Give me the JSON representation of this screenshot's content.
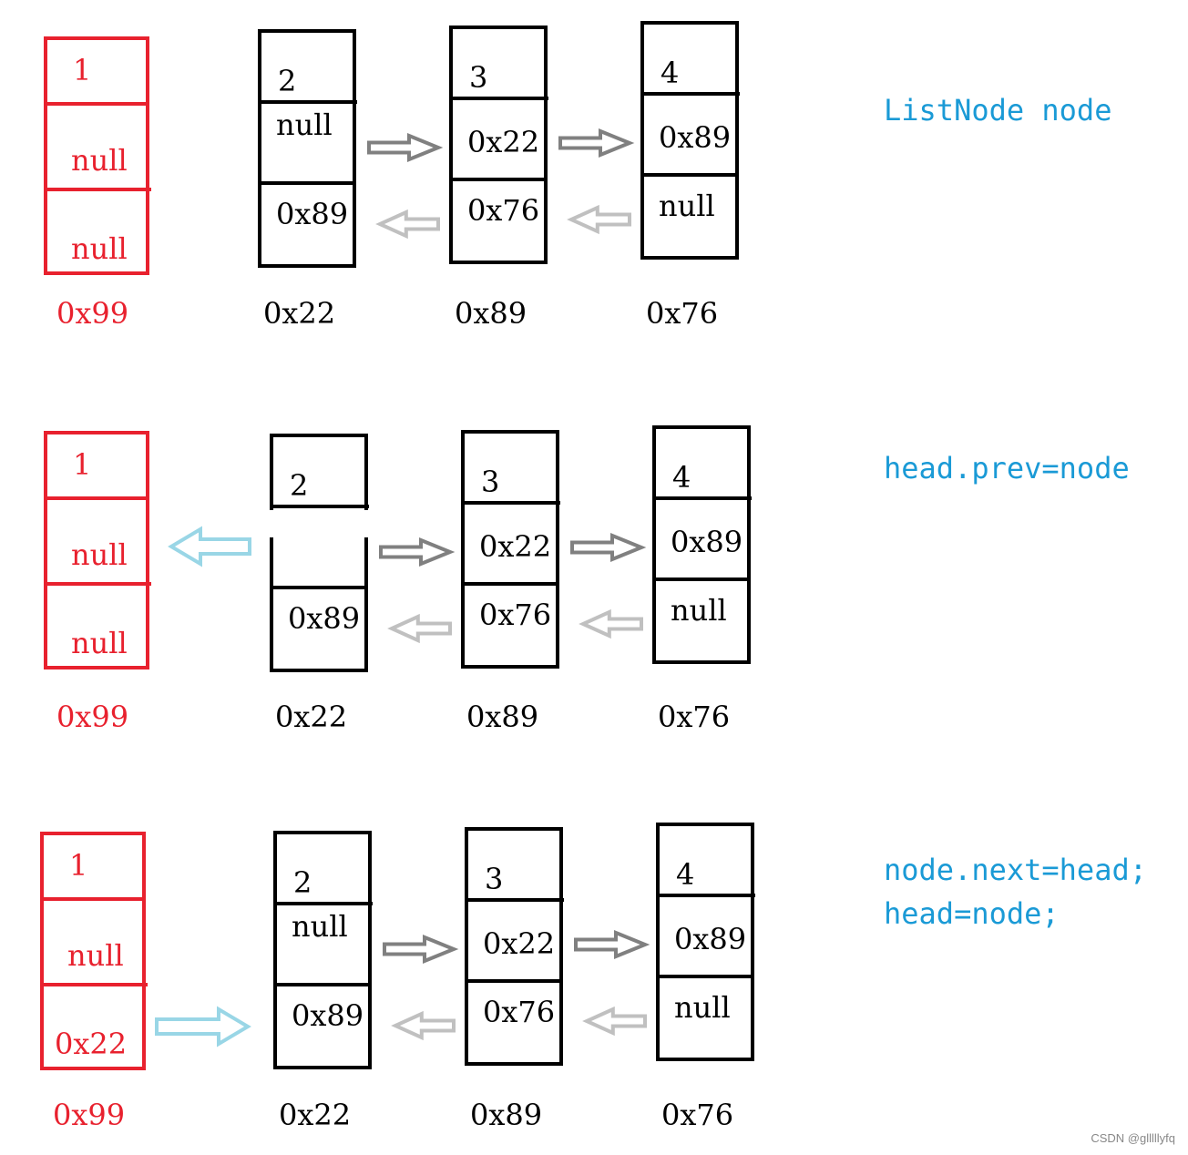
{
  "colors": {
    "node_new": "#e8212e",
    "node": "#000000",
    "arrow_next": "#808080",
    "arrow_prev": "#c0c0c0",
    "arrow_link": "#99d6e6",
    "code": "#1a9ad6",
    "watermark": "#888888"
  },
  "steps": [
    {
      "caption": [
        "ListNode node"
      ],
      "new_node": {
        "fields": [
          "1",
          "null",
          "null"
        ],
        "address": "0x99"
      },
      "nodes": [
        {
          "fields": [
            "2",
            "null",
            "0x89"
          ],
          "address": "0x22"
        },
        {
          "fields": [
            "3",
            "0x22",
            "0x76"
          ],
          "address": "0x89"
        },
        {
          "fields": [
            "4",
            "0x89",
            "null"
          ],
          "address": "0x76"
        }
      ],
      "link": "none"
    },
    {
      "caption": [
        "head.prev=node"
      ],
      "new_node": {
        "fields": [
          "1",
          "null",
          "null"
        ],
        "address": "0x99"
      },
      "nodes": [
        {
          "fields": [
            "2",
            "",
            "0x89"
          ],
          "address": "0x22"
        },
        {
          "fields": [
            "3",
            "0x22",
            "0x76"
          ],
          "address": "0x89"
        },
        {
          "fields": [
            "4",
            "0x89",
            "null"
          ],
          "address": "0x76"
        }
      ],
      "link": "head-prev-to-node"
    },
    {
      "caption": [
        "node.next=head;",
        "head=node;"
      ],
      "new_node": {
        "fields": [
          "1",
          "null",
          "0x22"
        ],
        "address": "0x99"
      },
      "nodes": [
        {
          "fields": [
            "2",
            "null",
            "0x89"
          ],
          "address": "0x22"
        },
        {
          "fields": [
            "3",
            "0x22",
            "0x76"
          ],
          "address": "0x89"
        },
        {
          "fields": [
            "4",
            "0x89",
            "null"
          ],
          "address": "0x76"
        }
      ],
      "link": "node-next-to-head"
    }
  ],
  "watermark": "CSDN @glllllyfq"
}
